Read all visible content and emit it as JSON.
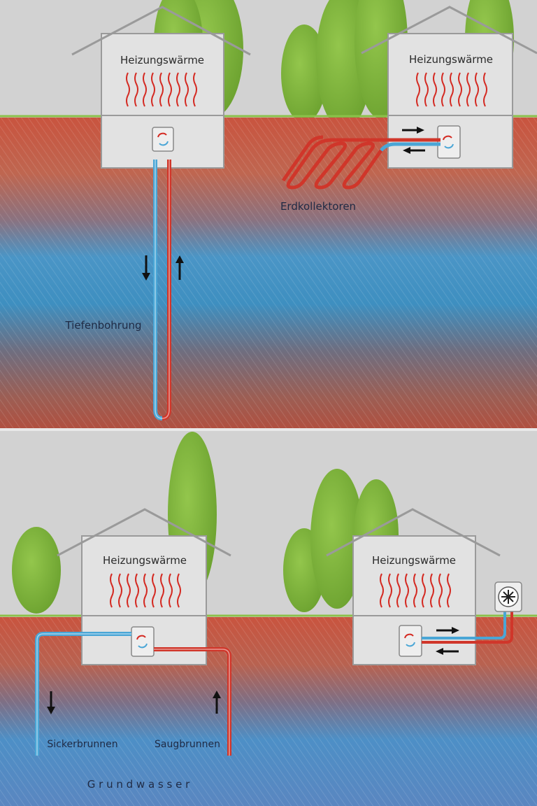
{
  "panels": {
    "top_left": {
      "house_label": "Heizungswärme",
      "pipe_label": "Tiefenbohrung"
    },
    "top_right": {
      "house_label": "Heizungswärme",
      "pipe_label": "Erdkollektoren"
    },
    "bottom_left": {
      "house_label": "Heizungswärme",
      "left_well_label": "Sickerbrunnen",
      "right_well_label": "Saugbrunnen"
    },
    "bottom_right": {
      "house_label": "Heizungswärme"
    }
  },
  "groundwater_label": "G r u n d w a s s e r",
  "colors": {
    "sky": "#d2d2d2",
    "soil_warm": "#c95a44",
    "soil_cold": "#3e8fc0",
    "soil_dark": "#6b6a78",
    "tree": "#7fb43c",
    "pipe_hot": "#d0362a",
    "pipe_cold": "#4aa6d6",
    "heat_arrow": "#d42a22"
  }
}
